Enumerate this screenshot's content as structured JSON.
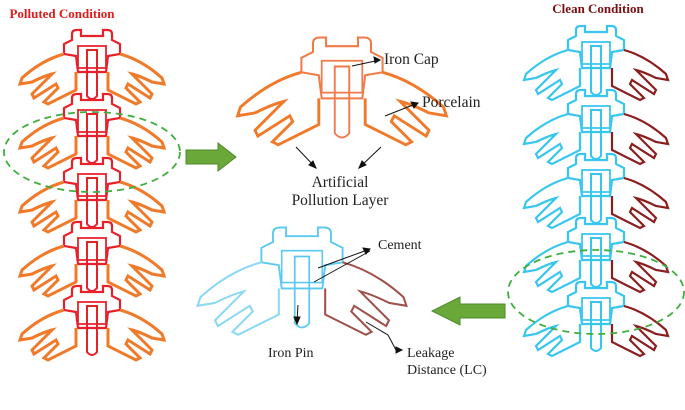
{
  "titles": {
    "polluted": "Polluted Condition",
    "clean": "Clean Condition"
  },
  "labels": {
    "iron_cap": "Iron Cap",
    "porcelain": "Porcelain",
    "artificial": "Artificial",
    "pollution_layer": "Pollution Layer",
    "cement": "Cement",
    "iron_pin": "Iron Pin",
    "leakage": "Leakage",
    "leakage_distance": "Distance (LC)"
  },
  "colors": {
    "polluted_title": "#e01b1b",
    "clean_title": "#7a1010",
    "polluted_core": "#e8202a",
    "polluted_shed": "#f07a2a",
    "clean_core": "#38c6ef",
    "clean_shed_right": "#8b1f1f",
    "arrow_fill": "#6aa83a",
    "highlight_ellipse": "#3fae3f"
  },
  "stacks": {
    "polluted_units": 5,
    "clean_units": 5
  }
}
